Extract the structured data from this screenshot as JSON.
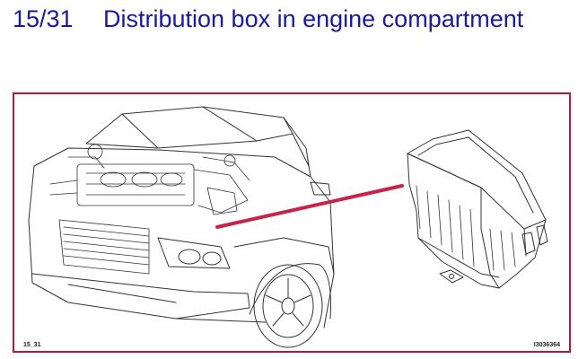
{
  "header": {
    "number": "15/31",
    "title": "Distribution box in engine compartment"
  },
  "figure": {
    "ref_left": "15_31",
    "ref_right": "I3036364",
    "pointer_color": "#c8234a",
    "frame_color": "#b8163a",
    "title_color": "#1a1a9a",
    "content": [
      "car-front-engine-bay-drawing",
      "distribution-box-drawing"
    ]
  }
}
